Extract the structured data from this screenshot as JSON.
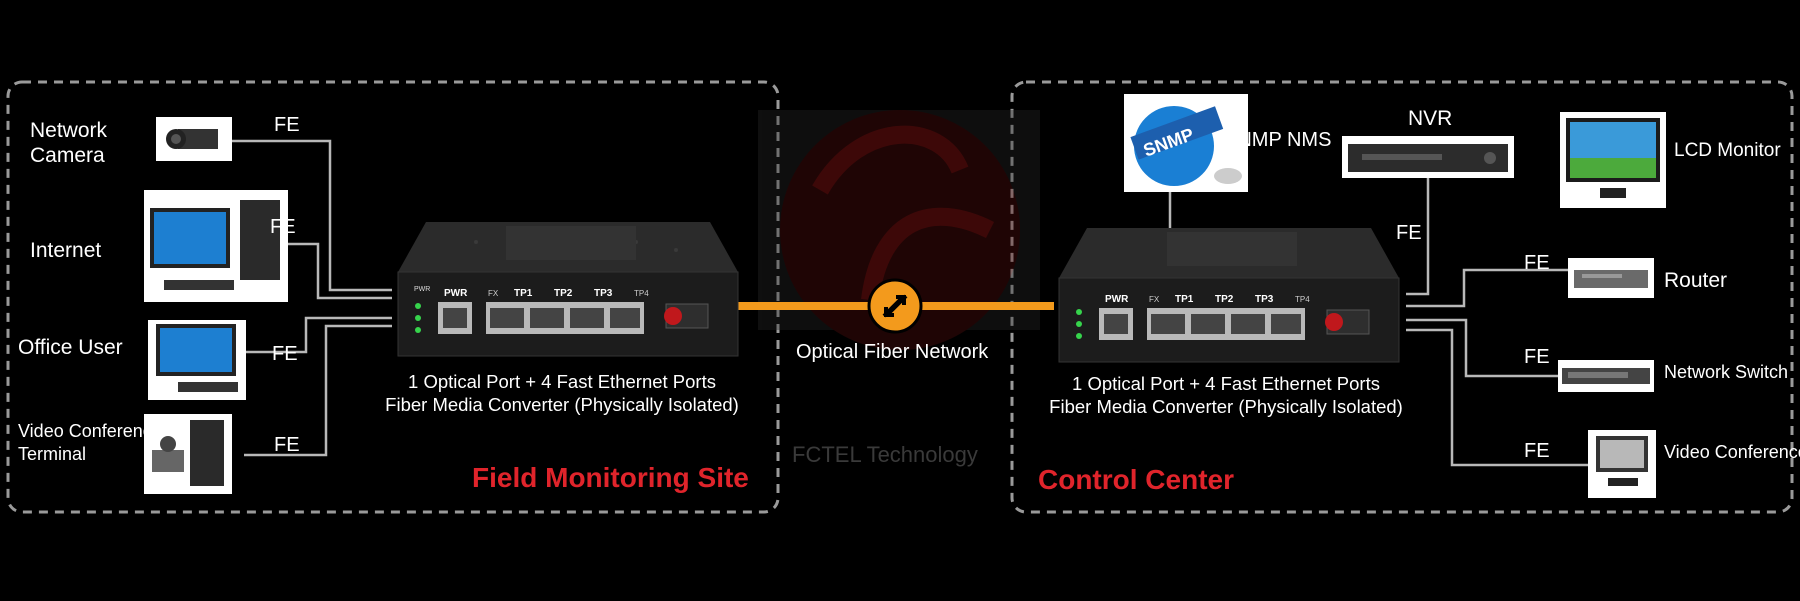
{
  "watermark": "FCTEL Technology",
  "field_site": {
    "title": "Field Monitoring Site",
    "devices": [
      {
        "label": "Network\nCamera",
        "link": "FE"
      },
      {
        "label": "Internet",
        "link": "FE"
      },
      {
        "label": "Office User",
        "link": "FE"
      },
      {
        "label": "Video Conference\nTerminal",
        "link": "FE"
      }
    ],
    "converter_caption_line1": "1 Optical Port + 4 Fast Ethernet Ports",
    "converter_caption_line2": "Fiber Media Converter (Physically Isolated)"
  },
  "fiber": {
    "label": "Optical Fiber Network"
  },
  "control_center": {
    "title": "Control Center",
    "snmp_label": "SNMP NMS",
    "snmp_globe_text": "SNMP",
    "nvr_label": "NVR",
    "nvr_link": "FE",
    "lcd_label": "LCD Monitor",
    "devices": [
      {
        "label": "Router",
        "link": "FE"
      },
      {
        "label": "Network Switch",
        "link": "FE"
      },
      {
        "label": "Video Conference",
        "link": "FE"
      }
    ],
    "converter_caption_line1": "1 Optical Port + 4 Fast Ethernet Ports",
    "converter_caption_line2": "Fiber Media Converter (Physically Isolated)"
  },
  "converter_panel": {
    "pwr": "PWR",
    "fx": "FX",
    "ports": [
      "TP1",
      "TP2",
      "TP3",
      "TP4"
    ]
  }
}
